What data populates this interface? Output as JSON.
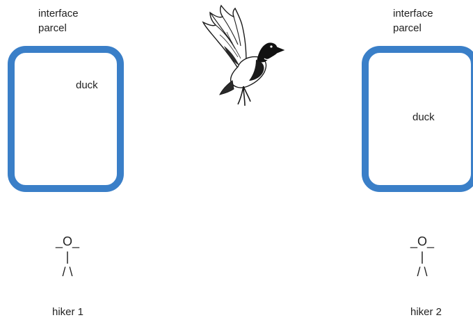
{
  "parcels": {
    "left": {
      "label": "interface\nparcel",
      "content": "duck"
    },
    "right": {
      "label": "interface\nparcel",
      "content": "duck"
    }
  },
  "hikers": {
    "left": {
      "figure": "_O_\n|\n/ \\",
      "name": "hiker 1"
    },
    "right": {
      "figure": "_O_\n|\n/ \\",
      "name": "hiker 2"
    }
  },
  "illustration": {
    "icon": "flying-duck-icon"
  },
  "colors": {
    "parcel_border": "#3a7fc8",
    "text": "#222222"
  }
}
